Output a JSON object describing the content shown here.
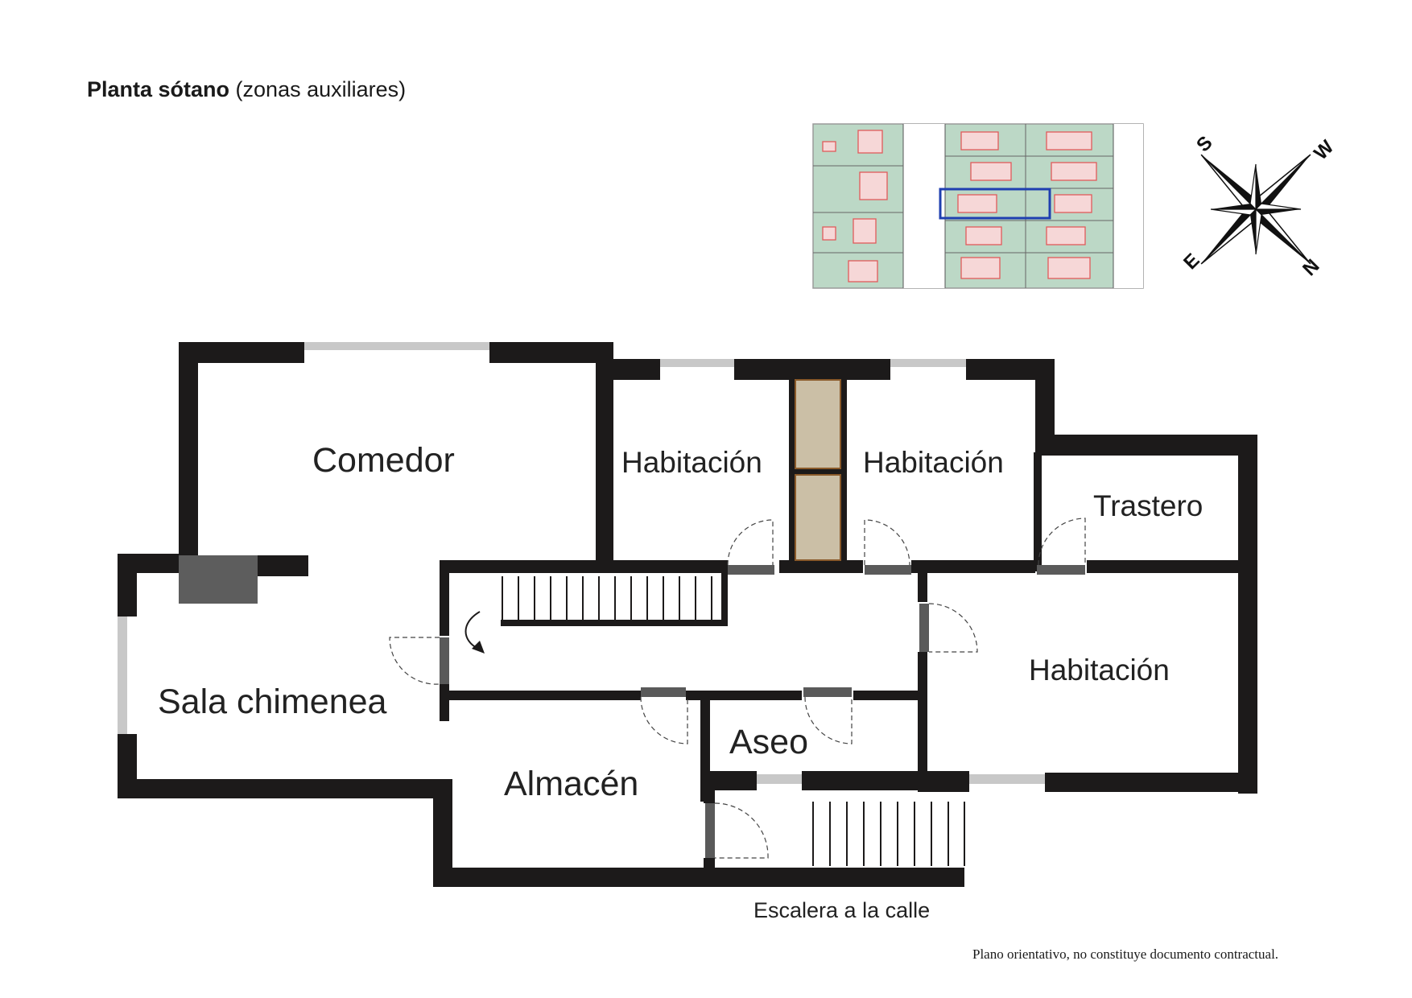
{
  "header": {
    "title_bold": "Planta sótano",
    "title_rest": "(zonas auxiliares)"
  },
  "rooms": {
    "comedor": "Comedor",
    "habitacion_1": "Habitación",
    "habitacion_2": "Habitación",
    "trastero": "Trastero",
    "habitacion_3": "Habitación",
    "sala_chimenea": "Sala chimenea",
    "aseo": "Aseo",
    "almacen": "Almacén"
  },
  "stairs_label": "Escalera a la calle",
  "compass": {
    "s": "S",
    "w": "W",
    "e": "E",
    "n": "N"
  },
  "disclaimer": "Plano orientativo, no constituye documento contractual.",
  "colors": {
    "wall": "#1c1a1a",
    "window": "#c8c8c8",
    "door_leaf": "#5a5a5a",
    "duct": "#cbbfa6",
    "chimney": "#5d5d5d",
    "map_green": "#bcd8c6",
    "map_red": "#e05a5a",
    "map_blue": "#1f3fb0"
  }
}
